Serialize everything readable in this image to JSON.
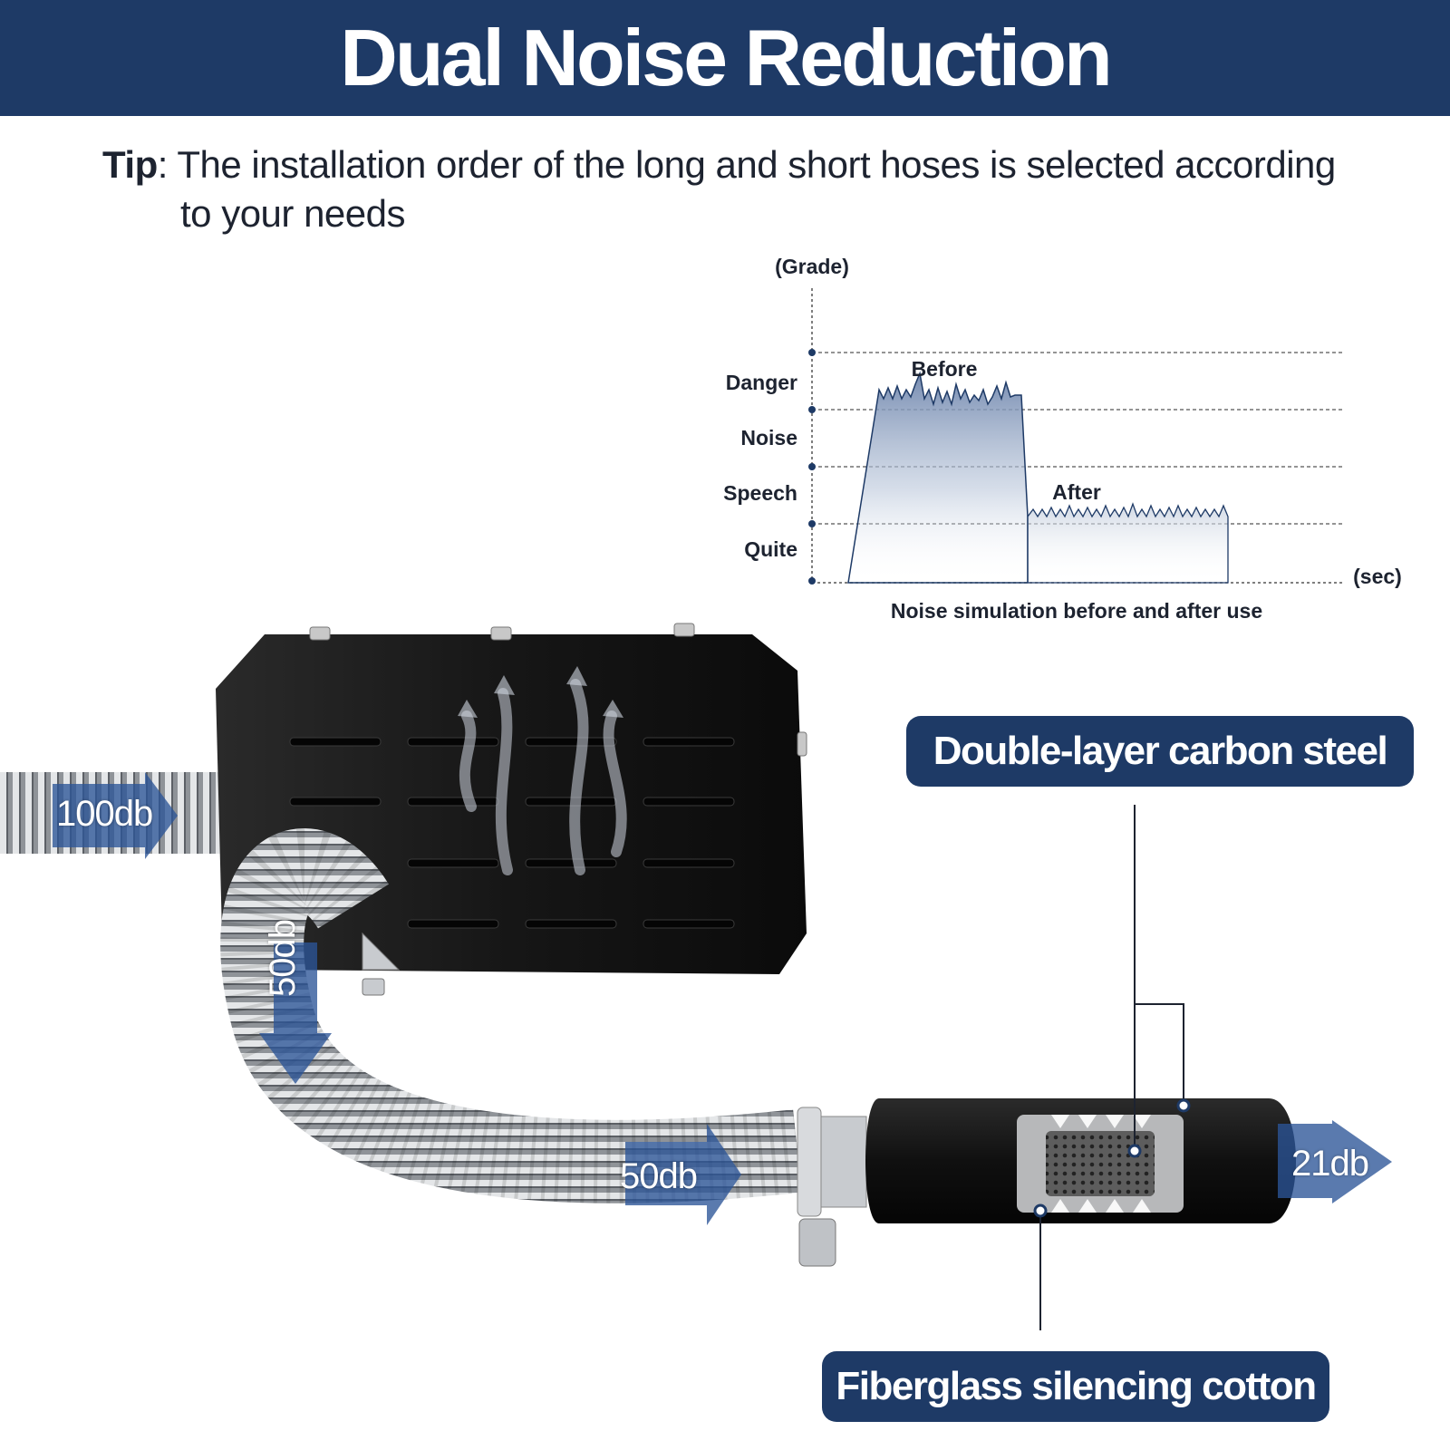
{
  "header": {
    "title": "Dual Noise Reduction"
  },
  "tip": {
    "label": "Tip",
    "line1": ": The installation order of the long and short hoses is selected according",
    "line2": "to your needs"
  },
  "chart_data": {
    "type": "area",
    "ylabel": "(Grade)",
    "xlabel": "(sec)",
    "caption": "Noise simulation before and after use",
    "y_levels": [
      "Danger",
      "Noise",
      "Speech",
      "Quite"
    ],
    "series": [
      {
        "name": "Before",
        "level": "Danger"
      },
      {
        "name": "After",
        "level": "Speech"
      }
    ],
    "grid": "dashed"
  },
  "callouts": {
    "top": "Double-layer carbon steel",
    "bottom": "Fiberglass silencing cotton"
  },
  "db_labels": {
    "inlet": "100db",
    "bend": "50db",
    "hose": "50db",
    "outlet": "21db"
  },
  "colors": {
    "brand": "#1e3a66",
    "arrow": "#2c5597",
    "muffler": "#121212",
    "hose": "#b8bcc0"
  }
}
